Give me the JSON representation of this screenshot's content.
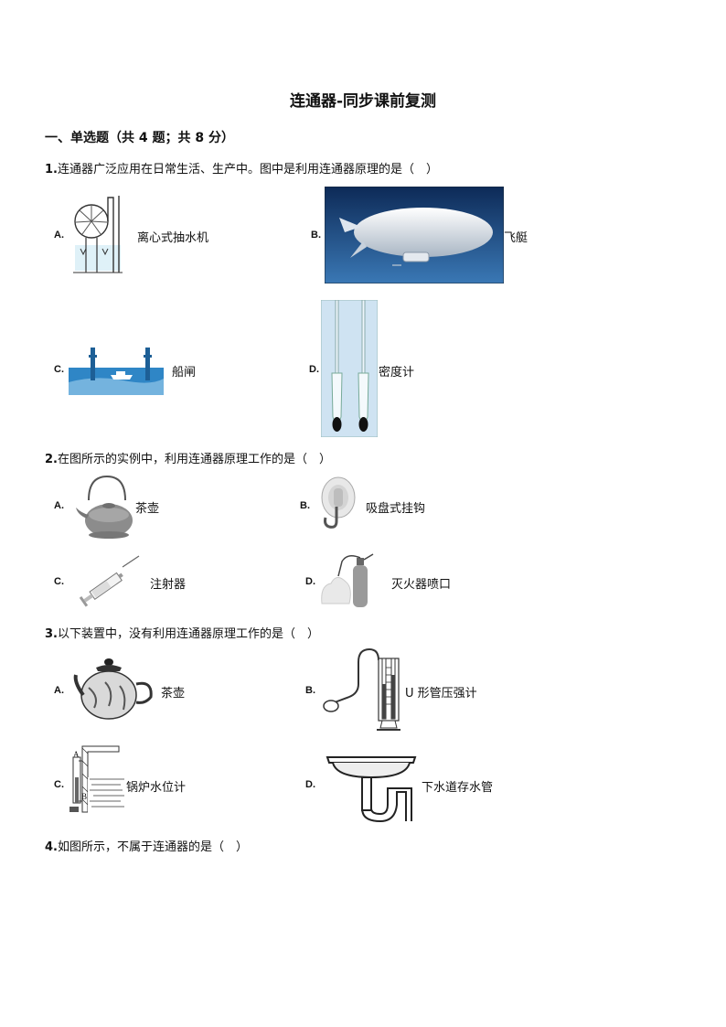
{
  "title": "连通器-同步课前复测",
  "section": "一、单选题（共 4 题；共 8 分）",
  "questions": [
    {
      "num": "1.",
      "text": "连通器广泛应用在日常生活、生产中。图中是利用连通器原理的是（　）",
      "options": [
        {
          "letter": "A.",
          "label": "离心式抽水机",
          "icon": "centrifugal-pump-icon"
        },
        {
          "letter": "B.",
          "label": "飞艇",
          "icon": "airship-image"
        },
        {
          "letter": "C.",
          "label": "船闸",
          "icon": "ship-lock-icon"
        },
        {
          "letter": "D.",
          "label": "密度计",
          "icon": "hydrometer-image"
        }
      ]
    },
    {
      "num": "2.",
      "text": "在图所示的实例中，利用连通器原理工作的是（　）",
      "options": [
        {
          "letter": "A.",
          "label": "茶壶",
          "icon": "iron-teapot-icon"
        },
        {
          "letter": "B.",
          "label": "吸盘式挂钩",
          "icon": "suction-hook-icon"
        },
        {
          "letter": "C.",
          "label": "注射器",
          "icon": "syringe-icon"
        },
        {
          "letter": "D.",
          "label": "灭火器喷口",
          "icon": "fire-extinguisher-icon"
        }
      ]
    },
    {
      "num": "3.",
      "text": "以下装置中，没有利用连通器原理工作的是（　）",
      "options": [
        {
          "letter": "A.",
          "label": "茶壶",
          "icon": "porcelain-teapot-icon"
        },
        {
          "letter": "B.",
          "label": "U 形管压强计",
          "icon": "u-tube-manometer-icon"
        },
        {
          "letter": "C.",
          "label": "锅炉水位计",
          "icon": "boiler-gauge-icon"
        },
        {
          "letter": "D.",
          "label": "下水道存水管",
          "icon": "drain-trap-icon"
        }
      ]
    },
    {
      "num": "4.",
      "text": "如图所示，不属于连通器的是（　）",
      "options": []
    }
  ],
  "figure_text": {
    "boiler_a": "A",
    "boiler_b": "B"
  }
}
